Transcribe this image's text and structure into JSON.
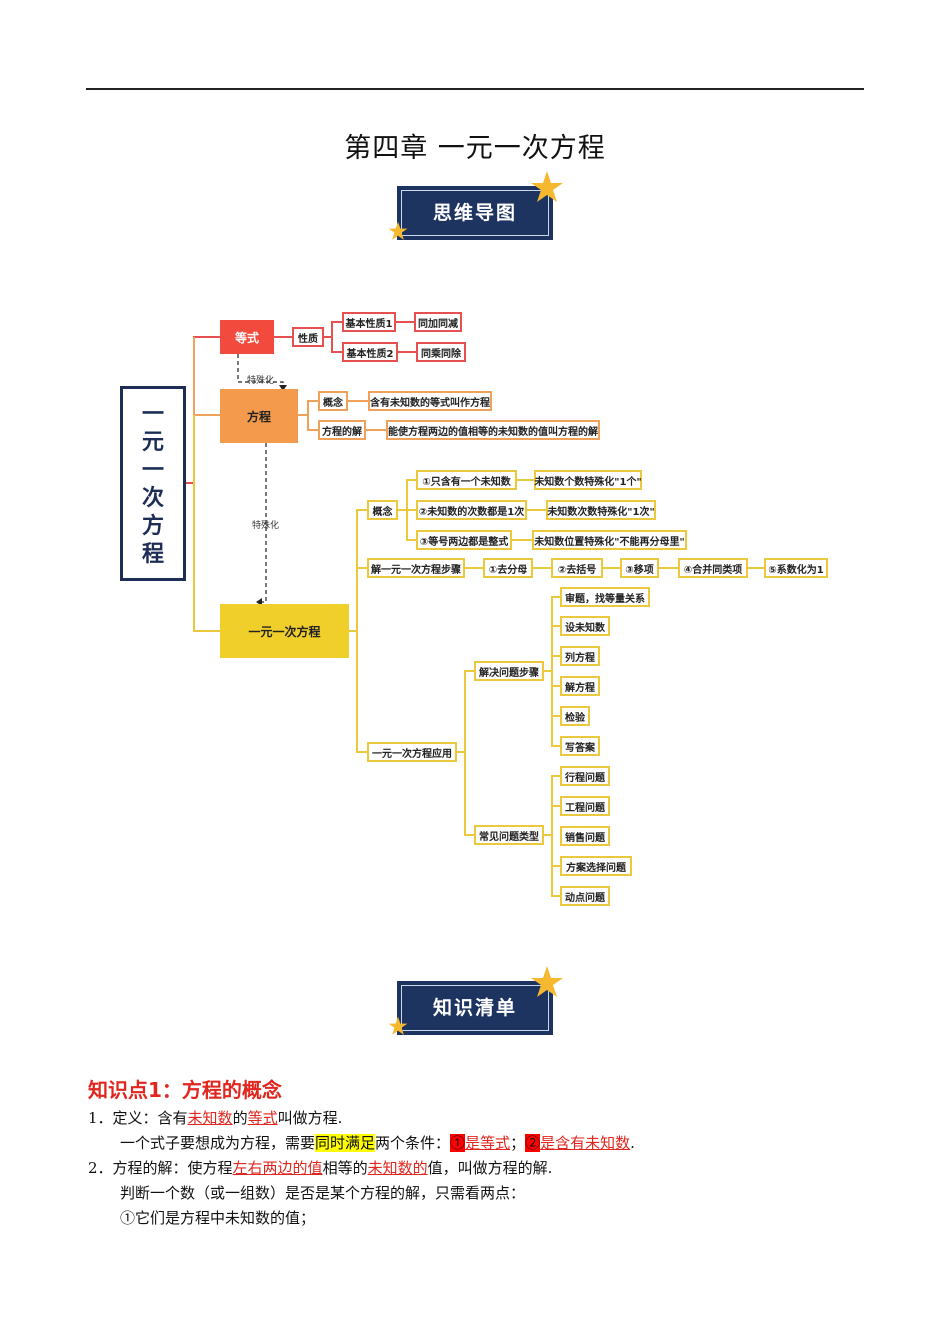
{
  "chapter_title": "第四章  一元一次方程",
  "banners": {
    "mindmap": "思维导图",
    "checklist": "知识清单"
  },
  "mindmap": {
    "root": [
      "一",
      "元",
      "一",
      "次",
      "方",
      "程"
    ],
    "dengshi": "等式",
    "xingzhi": "性质",
    "prop1": "基本性质1",
    "prop1_r": "同加同减",
    "prop2": "基本性质2",
    "prop2_r": "同乘同除",
    "special1": "特殊化",
    "fangcheng": "方程",
    "gainian": "概念",
    "gainian_r": "含有未知数的等式叫作方程",
    "jie": "方程的解",
    "jie_r": "能使方程两边的值相等的未知数的值叫方程的解",
    "special2": "特殊化",
    "yiyuan": "一元一次方程",
    "concept": "概念",
    "c1": "①只含有一个未知数",
    "c1_r": "未知数个数特殊化\"1个\"",
    "c2": "②未知数的次数都是1次",
    "c2_r": "未知数次数特殊化\"1次\"",
    "c3": "③等号两边都是整式",
    "c3_r": "未知数位置特殊化\"不能再分母里\"",
    "steps": "解一元一次方程步骤",
    "s1": "①去分母",
    "s2": "②去括号",
    "s3": "③移项",
    "s4": "④合并同类项",
    "s5": "⑤系数化为1",
    "app": "一元一次方程应用",
    "solve": "解决问题步骤",
    "solve_items": [
      "审题，找等量关系",
      "设未知数",
      "列方程",
      "解方程",
      "检验",
      "写答案"
    ],
    "types": "常见问题类型",
    "type_items": [
      "行程问题",
      "工程问题",
      "销售问题",
      "方案选择问题",
      "动点问题"
    ]
  },
  "section": {
    "title": "知识点1：方程的概念",
    "l1": {
      "a": "1．定义：含有",
      "b": "未知数",
      "c": "的",
      "d": "等式",
      "e": "叫做方程."
    },
    "l2": {
      "a": "一个式子要想成为方程，需要",
      "b": "同时满足",
      "c": "两个条件：",
      "d": "①",
      "e": "是等式",
      "f": "；",
      "g": "②",
      "h": "是含有未知数",
      "i": "."
    },
    "l3": {
      "a": "2．方程的解：使方程",
      "b": "左右两边的值",
      "c": "相等的",
      "d": "未知数的",
      "e": "值，叫做方程的解."
    },
    "l4": "判断一个数（或一组数）是否是某个方程的解，只需看两点：",
    "l5": "①它们是方程中未知数的值；"
  },
  "colors": {
    "red": "#e0261e",
    "navy": "#1d3461",
    "orange": "#f0a25a",
    "yellow": "#ecc93c"
  }
}
